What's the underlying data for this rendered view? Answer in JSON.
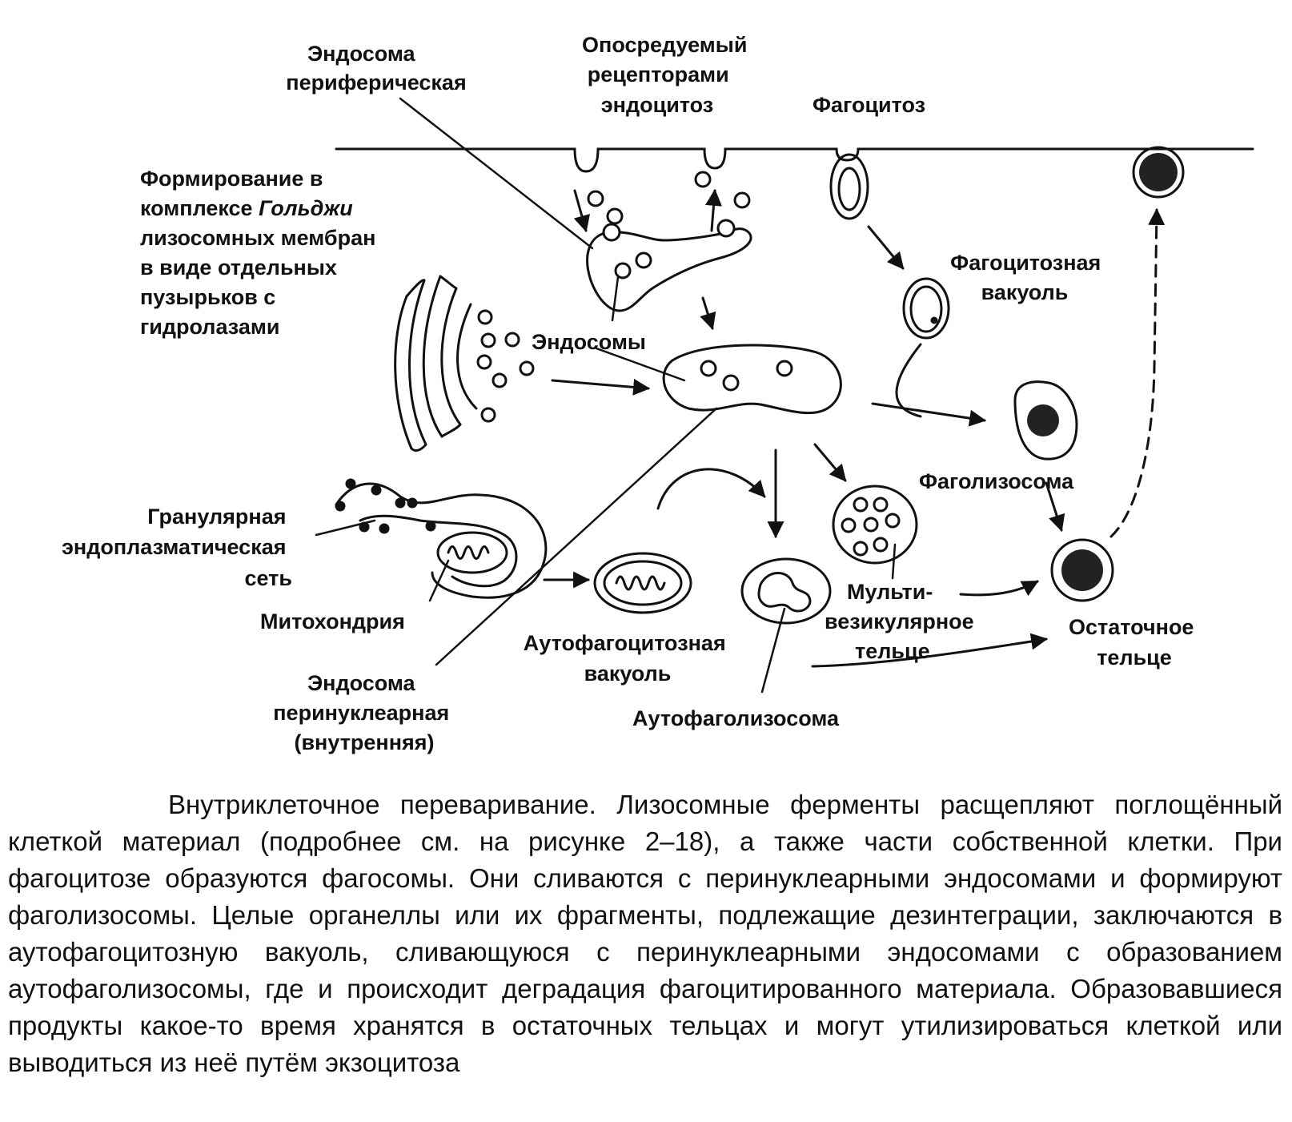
{
  "labels": {
    "endosome_peripheral": [
      "Эндосома",
      "периферическая"
    ],
    "receptor_endocytosis": [
      "Опосредуемый",
      "рецепторами",
      "эндоцитоз"
    ],
    "phagocytosis": "Фагоцитоз",
    "golgi_formation": {
      "line1": "Формирование в",
      "line2_prefix": "комплексе ",
      "line2_italic": "Гольджи",
      "line3": "лизосомных мембран",
      "line4": "в виде отдельных",
      "line5": "пузырьков с",
      "line6": "гидролазами"
    },
    "phagocytic_vacuole": [
      "Фагоцитозная",
      "вакуоль"
    ],
    "endosomes": "Эндосомы",
    "phagolysosome": "Фаголизосома",
    "granular_er": [
      "Гранулярная",
      "эндоплазматическая",
      "сеть"
    ],
    "mitochondrion": "Митохондрия",
    "multivesicular_body": [
      "Мульти-",
      "везикулярное",
      "тельце"
    ],
    "residual_body": [
      "Остаточное",
      "тельце"
    ],
    "autophagic_vacuole": [
      "Аутофагоцитозная",
      "вакуоль"
    ],
    "endosome_perinuclear": [
      "Эндосома",
      "перинуклеарная",
      "(внутренняя)"
    ],
    "autophagolysosome": "Аутофаголизосома"
  },
  "caption": "Внутриклеточное переваривание. Лизосомные ферменты расщепляют по­глощённый клеткой материал (подробнее см. на рисунке 2–18), а также части соб­ственной клетки. При фагоцитозе образуются фагосомы. Они сливаются с перинукле­арными эндосомами и формируют фаголизосомы. Целые органеллы или их фрагмен­ты, подлежащие дезинтеграции, заключаются в аутофагоцитозную вакуоль, сливающуюся с перинуклеарными эндосомами с образованием аутофаголизосомы, где и происходит деградация фагоцитированного материала. Образовавшиеся продукты какое-то время хранятся в остаточных тельцах и могут утилизироваться клеткой или выводиться из неё путём экзоцитоза"
}
